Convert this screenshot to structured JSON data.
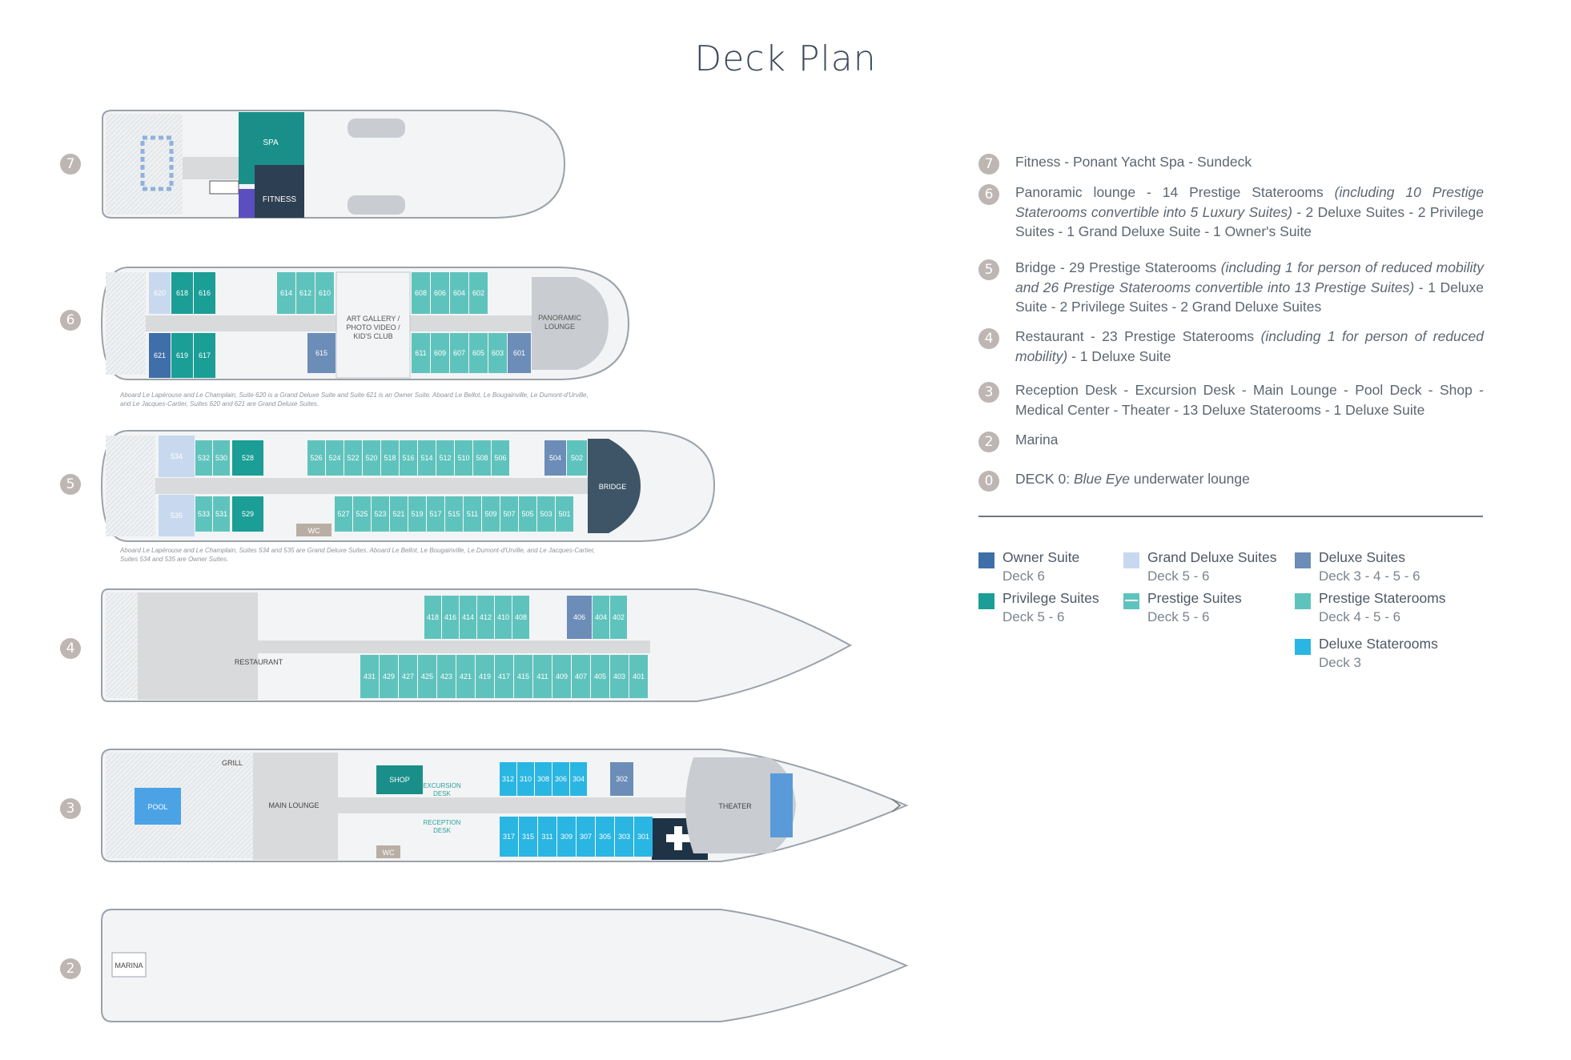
{
  "title": "Deck Plan",
  "colors": {
    "owner_suite": "#3f6fa8",
    "privilege_suites": "#1a9e95",
    "grand_deluxe_suites": "#c8d9ef",
    "prestige_suites": "#5fc3bd",
    "deluxe_suites": "#6c8db8",
    "prestige_staterooms": "#5fc3bd",
    "deluxe_staterooms": "#2ab6e2",
    "hull": "#eef0f2",
    "corridor": "#d8dadc",
    "outline": "#9aa2aa",
    "badge": "#bdb6b2",
    "bridge": "#3d5566"
  },
  "decks": {
    "d7": {
      "number": "7",
      "labels": {
        "spa": "SPA",
        "fitness": "FITNESS"
      }
    },
    "d6": {
      "number": "6",
      "cabins_top": [
        "620",
        "618",
        "616",
        "614",
        "612",
        "610",
        "608",
        "606",
        "604",
        "602"
      ],
      "cabins_bottom": [
        "621",
        "619",
        "617",
        "615",
        "611",
        "609",
        "607",
        "605",
        "603",
        "601"
      ],
      "labels": {
        "gallery_1": "ART GALLERY /",
        "gallery_2": "PHOTO VIDEO /",
        "gallery_3": "KID'S CLUB",
        "lounge_1": "PANORAMIC",
        "lounge_2": "LOUNGE"
      },
      "note_1": "Aboard Le Lapérouse and Le Champlain, Suite 620 is a Grand Deluxe Suite and Suite 621 is an Owner Suite. Aboard Le Bellot, Le Bougainville, Le Dumont-d'Urville,",
      "note_2": "and Le Jacques-Cartier, Suites 620 and 621 are Grand Deluxe Suites."
    },
    "d5": {
      "number": "5",
      "cabins_top": [
        "534",
        "532",
        "530",
        "528",
        "526",
        "524",
        "522",
        "520",
        "518",
        "516",
        "514",
        "512",
        "510",
        "508",
        "506",
        "504",
        "502"
      ],
      "cabins_bottom": [
        "535",
        "533",
        "531",
        "529",
        "527",
        "525",
        "523",
        "521",
        "519",
        "517",
        "515",
        "511",
        "509",
        "507",
        "505",
        "503",
        "501"
      ],
      "labels": {
        "bridge": "BRIDGE",
        "wc": "WC"
      },
      "note_1": "Aboard Le Lapérouse and Le Champlain, Suites 534 and 535 are Grand Deluxe Suites. Aboard Le Bellot, Le Bougainville, Le Dumont-d'Urville, and Le Jacques-Cartier,",
      "note_2": "Suites 534 and 535 are Owner Suites."
    },
    "d4": {
      "number": "4",
      "cabins_top": [
        "418",
        "416",
        "414",
        "412",
        "410",
        "408",
        "406",
        "404",
        "402"
      ],
      "cabins_bottom": [
        "431",
        "429",
        "427",
        "425",
        "423",
        "421",
        "419",
        "417",
        "415",
        "411",
        "409",
        "407",
        "405",
        "403",
        "401"
      ],
      "labels": {
        "restaurant": "RESTAURANT"
      }
    },
    "d3": {
      "number": "3",
      "cabins_top": [
        "312",
        "310",
        "308",
        "306",
        "304",
        "302"
      ],
      "cabins_bottom": [
        "317",
        "315",
        "311",
        "309",
        "307",
        "305",
        "303",
        "301"
      ],
      "labels": {
        "pool": "POOL",
        "grill": "GRILL",
        "main_lounge": "MAIN LOUNGE",
        "shop": "SHOP",
        "excursion_1": "EXCURSION",
        "excursion_2": "DESK",
        "reception_1": "RECEPTION",
        "reception_2": "DESK",
        "theater": "THEATER",
        "wc": "WC"
      }
    },
    "d2": {
      "number": "2",
      "labels": {
        "marina": "MARINA"
      }
    }
  },
  "descriptions": [
    {
      "badge": "7",
      "text": "Fitness - Ponant Yacht Spa - Sundeck"
    },
    {
      "badge": "6",
      "text_a": "Panoramic lounge - 14 Prestige Staterooms ",
      "italic": "(including 10 Prestige Staterooms convertible into 5 Luxury Suites)",
      "text_b": " - 2 Deluxe Suites - 2 Privilege Suites - 1 Grand Deluxe Suite - 1 Owner's Suite"
    },
    {
      "badge": "5",
      "text_a": "Bridge - 29 Prestige Staterooms ",
      "italic": "(including 1 for person of reduced mobility and 26 Prestige Staterooms convertible into 13 Prestige Suites)",
      "text_b": " - 1 Deluxe Suite - 2 Privilege Suites - 2 Grand Deluxe Suites"
    },
    {
      "badge": "4",
      "text_a": "Restaurant - 23 Prestige Staterooms ",
      "italic": "(including 1 for person of reduced mobility)",
      "text_b": " - 1 Deluxe Suite"
    },
    {
      "badge": "3",
      "text": "Reception Desk - Excursion Desk - Main Lounge - Pool Deck - Shop - Medical Center - Theater - 13 Deluxe Staterooms - 1 Deluxe Suite"
    },
    {
      "badge": "2",
      "text": "Marina"
    },
    {
      "badge": "0",
      "text_a": "DECK 0: ",
      "italic": "Blue Eye",
      "text_b": " underwater lounge"
    }
  ],
  "legend": [
    {
      "name": "Owner Suite",
      "deck": "Deck 6",
      "color": "#3f6fa8"
    },
    {
      "name": "Grand Deluxe Suites",
      "deck": "Deck 5 - 6",
      "color": "#c8d9ef"
    },
    {
      "name": "Deluxe Suites",
      "deck": "Deck 3 - 4 - 5 - 6",
      "color": "#6c8db8"
    },
    {
      "name": "Privilege Suites",
      "deck": "Deck 5 - 6",
      "color": "#1a9e95"
    },
    {
      "name": "Prestige Suites",
      "deck": "Deck 5 - 6",
      "color": "#5fc3bd"
    },
    {
      "name": "Prestige Staterooms",
      "deck": "Deck 4 - 5 - 6",
      "color": "#5fc3bd"
    },
    {
      "name": "Deluxe Staterooms",
      "deck": "Deck 3",
      "color": "#2ab6e2"
    }
  ]
}
